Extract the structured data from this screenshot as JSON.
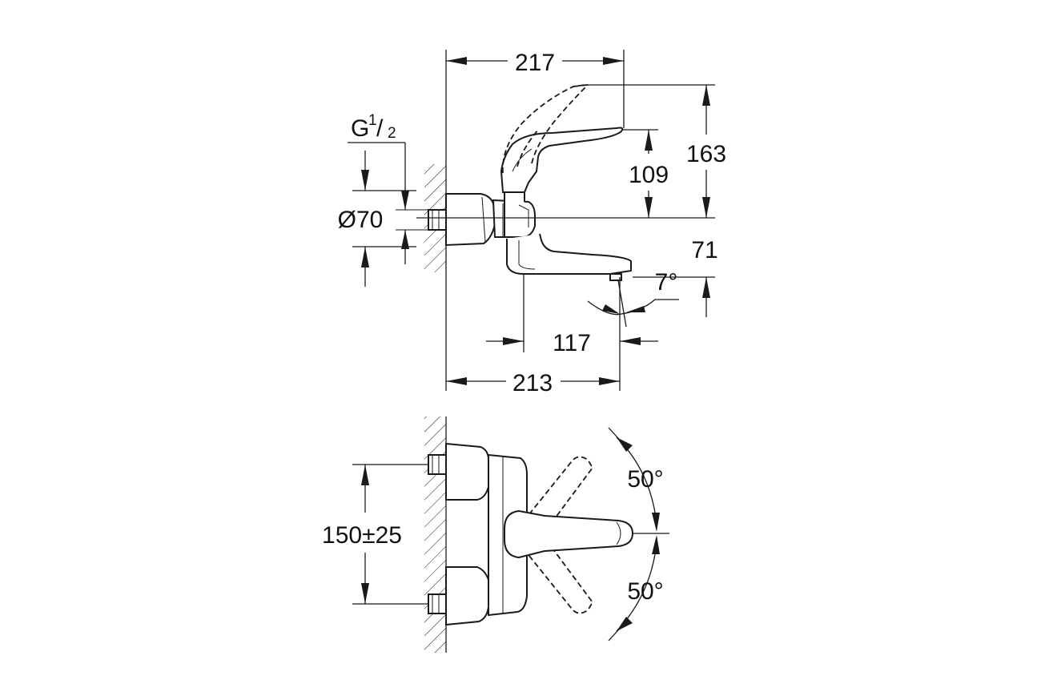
{
  "side_view": {
    "dim_overall_length": "217",
    "dim_total_height": "163",
    "dim_lever_height": "109",
    "dim_spout_height": "71",
    "dim_spout_angle": "7°",
    "dim_spout_reach": "117",
    "dim_body_length": "213",
    "dim_diameter": "Ø70",
    "thread": {
      "base": "G",
      "num": "1",
      "slash": "/",
      "den": "2"
    }
  },
  "top_view": {
    "dim_inlet_spacing": "150±25",
    "dim_swing_upper": "50°",
    "dim_swing_lower": "50°"
  },
  "colors": {
    "line": "#1a1a1a",
    "background": "#ffffff"
  }
}
